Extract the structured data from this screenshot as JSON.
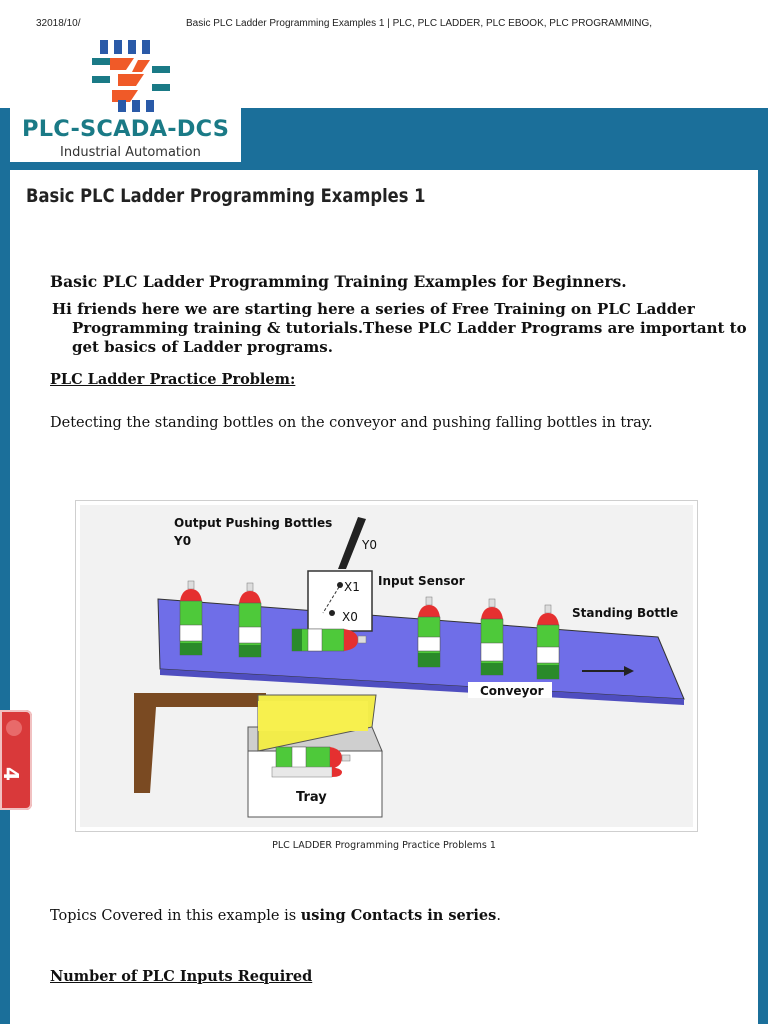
{
  "print_header": {
    "date": "32018/10/",
    "title": "Basic PLC Ladder Programming Examples 1 | PLC, PLC LADDER, PLC EBOOK, PLC PROGRAMMING,"
  },
  "logo": {
    "name": "PLC-SCADA-DCS",
    "tagline": "Industrial Automation"
  },
  "colors": {
    "band": "#1b6f9a",
    "logo_teal": "#1a7a86",
    "logo_orange": "#f05a28",
    "logo_blue": "#2a5aa8",
    "conveyor": "#6f6ee8",
    "side_tab": "#d9393a"
  },
  "article": {
    "title": "Basic PLC Ladder Programming Examples 1",
    "subheading": "Basic PLC Ladder Programming Training Examples for Beginners.",
    "intro": "Hi friends here we are starting here a series of Free Training on PLC Ladder Programming training & tutorials.These PLC Ladder Programs are important to get basics of Ladder programs.",
    "problem_heading": "PLC Ladder Practice Problem:",
    "problem_text": "Detecting the standing bottles on the conveyor and pushing falling bottles in tray.",
    "topics_prefix": "Topics Covered in this example is ",
    "topics_bold": "using Contacts in series",
    "topics_suffix": ".",
    "inputs_heading": "Number of PLC Inputs Required"
  },
  "figure": {
    "label_output": "Output Pushing Bottles",
    "label_y0_left": "Y0",
    "label_y0_right": "Y0",
    "label_input_sensor": "Input Sensor",
    "label_x1": "X1",
    "label_x0": "X0",
    "label_standing": "Standing Bottle",
    "label_conveyor": "Conveyor",
    "label_tray": "Tray",
    "caption": "PLC LADDER Programming Practice Problems 1"
  },
  "side_tab": {
    "number": "4"
  }
}
